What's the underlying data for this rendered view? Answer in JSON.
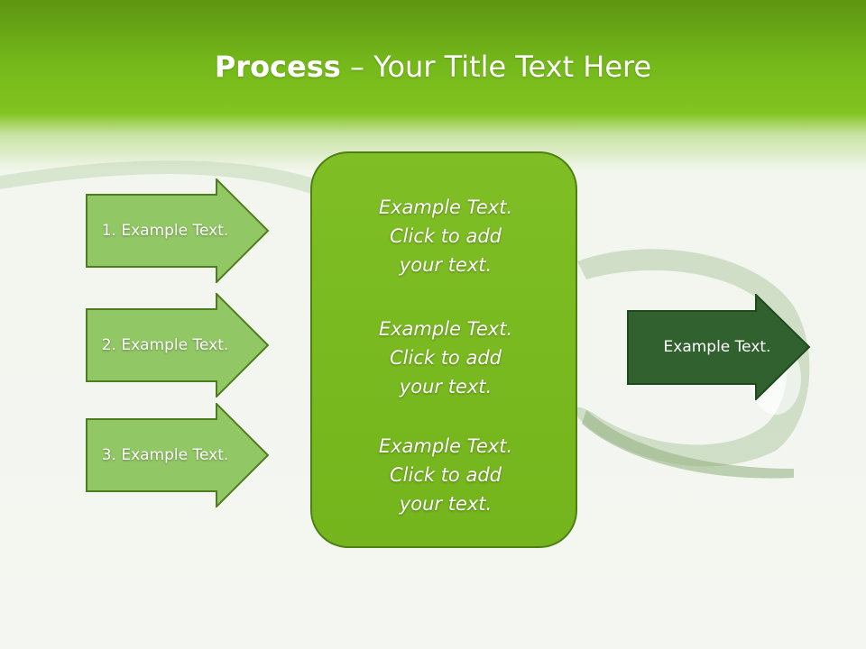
{
  "title": {
    "bold": "Process",
    "separator": " – ",
    "rest": "Your Title Text Here"
  },
  "left_arrows": [
    {
      "label": "1. Example Text."
    },
    {
      "label": "2. Example Text."
    },
    {
      "label": "3. Example Text."
    }
  ],
  "center_blocks": [
    {
      "line1": "Example Text.",
      "line2": "Click  to add",
      "line3": "your text."
    },
    {
      "line1": "Example Text.",
      "line2": "Click  to add",
      "line3": "your text."
    },
    {
      "line1": "Example Text.",
      "line2": "Click  to add",
      "line3": "your text."
    }
  ],
  "right_arrow": {
    "label": "Example Text."
  },
  "colors": {
    "header_green": "#74b81a",
    "arrow_fill": "#92c765",
    "arrow_border": "#4f7d1e",
    "box_fill": "#7aba22",
    "dark_arrow_fill": "#31612f"
  }
}
